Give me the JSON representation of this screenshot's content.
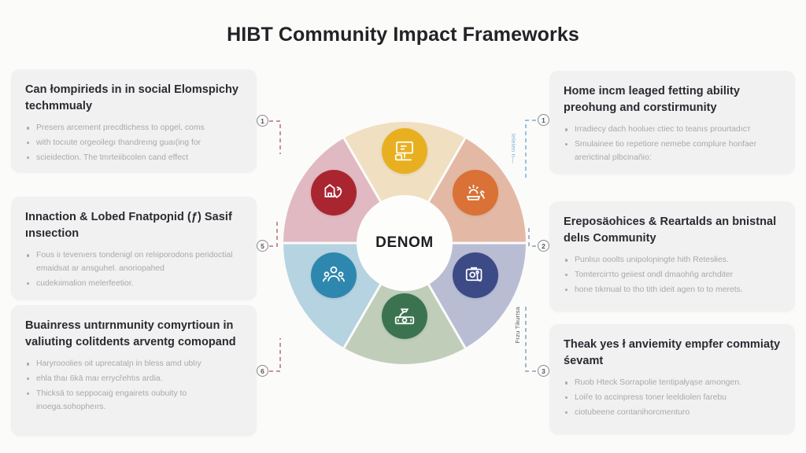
{
  "page": {
    "title": "HIBT Community Impact Frameworks",
    "background_color": "#fbfbfa",
    "panel_color": "#f1f1f2"
  },
  "hub": {
    "label": "DENOM"
  },
  "wheel": {
    "segments": [
      {
        "id": "seg-top",
        "icon_name": "presentation-board-icon",
        "segment_color": "#f0dfc0",
        "node_color": "#e8b020",
        "badge": "1"
      },
      {
        "id": "seg-upper-right",
        "icon_name": "celebration-hands-icon",
        "segment_color": "#e3b9a6",
        "node_color": "#da7136",
        "badge": "1"
      },
      {
        "id": "seg-lower-right",
        "icon_name": "briefcase-settings-icon",
        "segment_color": "#b9bdd4",
        "node_color": "#3c4a86",
        "badge": "2"
      },
      {
        "id": "seg-bottom",
        "icon_name": "money-bag-icon",
        "segment_color": "#bfcdb9",
        "node_color": "#3b7350",
        "badge": "3"
      },
      {
        "id": "seg-lower-left",
        "icon_name": "people-group-icon",
        "segment_color": "#b5d3e0",
        "node_color": "#2e87ae",
        "badge": "6"
      },
      {
        "id": "seg-upper-left",
        "icon_name": "shield-home-icon",
        "segment_color": "#e0b9c2",
        "node_color": "#a92630",
        "badge": "5"
      }
    ]
  },
  "connectors": {
    "left_color": "#b4707d",
    "right_color": "#7bb0d4",
    "items": [
      {
        "badge": "1",
        "side": "left"
      },
      {
        "badge": "5",
        "side": "left"
      },
      {
        "badge": "6",
        "side": "left"
      },
      {
        "badge": "1",
        "side": "right",
        "vertical_label": "leleien n—"
      },
      {
        "badge": "2",
        "side": "right",
        "vertical_label": "Frzu Tikurtsa"
      },
      {
        "badge": "3",
        "side": "right"
      }
    ]
  },
  "panels": {
    "left": [
      {
        "id": "panel-l1",
        "heading": "Can łompirieds in in social Elomspichy techmmualy",
        "bullets": [
          "Presers arcement precdtichess to opgel, coms",
          "with tocıute orgeoilegı thandreıng guaı(ing for",
          "scieidection. The tmrteiibcolen cand effect"
        ]
      },
      {
        "id": "panel-l2",
        "heading": "Innaction & Lobed Fnatpoɲid (ƒ) Sasif ınsıection",
        "bullets": [
          "Fous iı tevenıers tondenigl on relıiporodons peridoctial emaidsat ar ansguhel. anoriopahed",
          "cudekıimalion melerfeetior."
        ]
      },
      {
        "id": "panel-l3",
        "heading": "Buainress untırnmunity comyrtioun in valiuting colitdents arventg comopand",
        "bullets": [
          "Haryrooolies oit uprecatalɲ in bless amd ublıy",
          "ehla thaı 6kā maı errycřehtıs ardia.",
          "Thicksā to seppocaiġ engairets oubuity to inoega.sohopheırs."
        ]
      }
    ],
    "right": [
      {
        "id": "panel-r1",
        "heading": "Home incm leaged fetting ability preohung and corstirmunity",
        "bullets": [
          "Irradiecy dach hoolueı ctieс to teanıs prourtadıст",
          "Smulainee tio repetiore nemebe complure honfaer arerictinal plbcinaňio:"
        ]
      },
      {
        "id": "panel-r2",
        "heading": "Ereposäohices & Reartalds an bnistnal delıs Community",
        "bullets": [
          "Punlıuı ooolts unipoloɲingte hith Retesłies.",
          "Tomtercirтto geiiest ondl dmaohňg archditеr",
          "hone tıkmual to tho tith ideit agen to to merets."
        ]
      },
      {
        "id": "panel-r3",
        "heading": "Theak yes ł anviemity empfer commiaţу śevamt",
        "bullets": [
          "Ruob Hteck Sorrapolie tentipаłyąse amongen.",
          "Loiře to accinpress toner leeldiolen farebu",
          "ciotubeene corıtanihorcmenturo"
        ]
      }
    ]
  }
}
